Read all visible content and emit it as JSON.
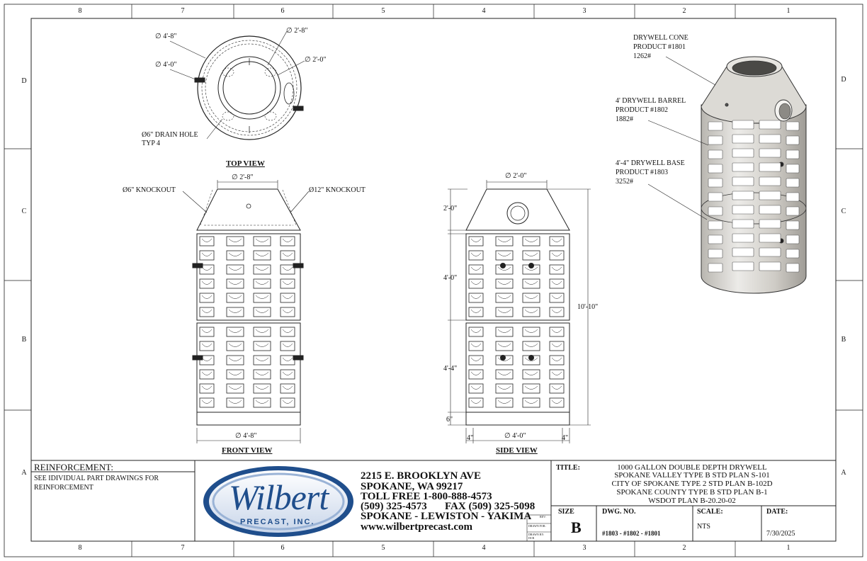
{
  "zones": {
    "columns": [
      "8",
      "7",
      "6",
      "5",
      "4",
      "3",
      "2",
      "1"
    ],
    "rows": [
      "D",
      "C",
      "B",
      "A"
    ]
  },
  "top_view": {
    "title": "TOP VIEW",
    "dims": {
      "outer_od": "∅ 4'-8\"",
      "inner_od": "∅ 4'-0\"",
      "top_opening_od": "∅ 2'-8\"",
      "top_opening_id": "∅ 2'-0\""
    },
    "drain_hole_line1": "Ø6\" DRAIN HOLE",
    "drain_hole_line2": "TYP 4"
  },
  "front_view": {
    "title": "FRONT VIEW",
    "top_dim": "∅ 2'-8\"",
    "bottom_dim": "∅ 4'-8\"",
    "knockout_left": "Ø6\" KNOCKOUT",
    "knockout_right": "Ø12\" KNOCKOUT"
  },
  "side_view": {
    "title": "SIDE VIEW",
    "top_dim": "∅ 2'-0\"",
    "bottom_dim": "∅ 4'-0\"",
    "cone_height": "2'-0\"",
    "barrel_height": "4'-0\"",
    "base_height": "4'-4\"",
    "floor_height": "6\"",
    "overall_height": "10'-10\"",
    "wall_left": "4\"",
    "wall_right": "4\""
  },
  "iso_callouts": {
    "cone": [
      "DRYWELL CONE",
      "PRODUCT #1801",
      "1262#"
    ],
    "barrel": [
      "4' DRYWELL BARREL",
      "PRODUCT #1802",
      "1882#"
    ],
    "base": [
      "4'-4\" DRYWELL BASE",
      "PRODUCT #1803",
      "3252#"
    ]
  },
  "title_block": {
    "reinforcement_heading": "REINFORCEMENT:",
    "reinforcement_line1": "SEE IDIVIDUAL PART DRAWINGS FOR",
    "reinforcement_line2": "REINFORCEMENT",
    "logo_name": "Wilbert",
    "logo_sub": "PRECAST, INC.",
    "address1": "2215 E. BROOKLYN AVE",
    "address2": "SPOKANE, WA 99217",
    "tollfree": "TOLL FREE 1-800-888-4573",
    "phone": "(509) 325-4573",
    "fax": "FAX (509) 325-5098",
    "locations": "SPOKANE - LEWISTON - YAKIMA",
    "website": "www.wilbertprecast.com",
    "rev_label": "REV:",
    "drawn_label": "DRAWN FOR:",
    "drawn_by_label": "DRAWN BY:",
    "drawn_by_value": "DCR",
    "title_label": "TITLE:",
    "title_lines": [
      "1000 GALLON DOUBLE DEPTH DRYWELL",
      "SPOKANE VALLEY TYPE B STD PLAN S-101",
      "CITY OF SPOKANE TYPE 2 STD PLAN B-102D",
      "SPOKANE COUNTY TYPE B STD PLAN B-1",
      "WSDOT PLAN B-20.20-02"
    ],
    "size_label": "SIZE",
    "size_value": "B",
    "dwg_label": "DWG. NO.",
    "dwg_value": "#1803 - #1802 - #1801",
    "scale_label": "SCALE:",
    "scale_value": "NTS",
    "date_label": "DATE:",
    "date_value": "7/30/2025"
  },
  "colors": {
    "line": "#222222",
    "logo_blue": "#1f4e8c",
    "logo_light": "#9ab3d6",
    "concrete": "#d9d6d0"
  }
}
